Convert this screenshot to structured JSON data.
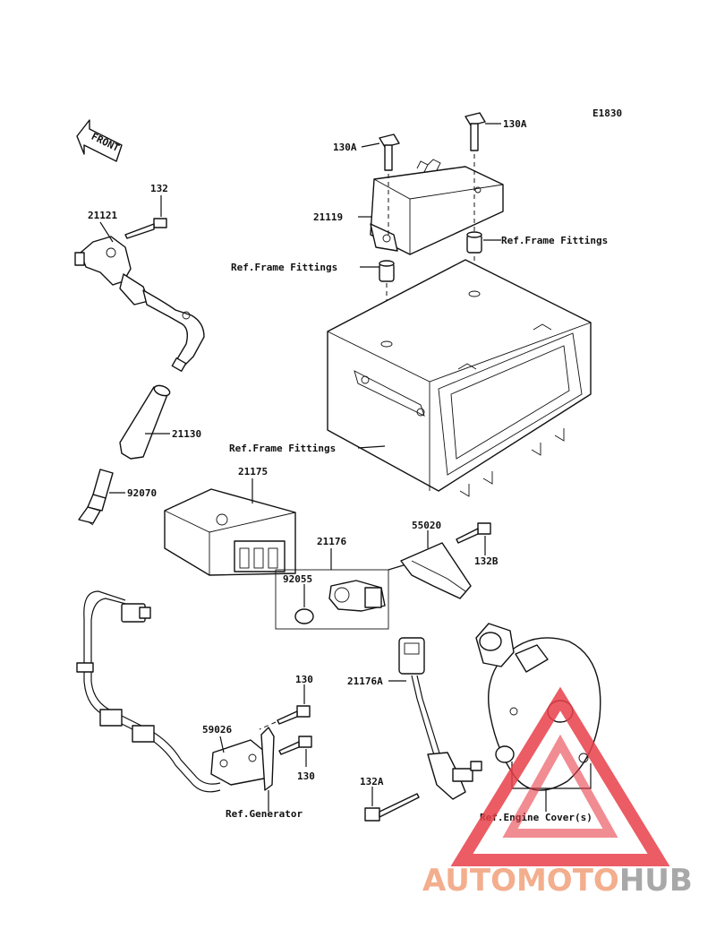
{
  "diagram_code": "E1830",
  "front_arrow_label": "FRONT",
  "labels": {
    "p132": "132",
    "p21121": "21121",
    "p21130": "21130",
    "p92070": "92070",
    "p21175": "21175",
    "p130a_left": "130A",
    "p130a_right": "130A",
    "p21119": "21119",
    "ref_frame_1": "Ref.Frame Fittings",
    "ref_frame_2": "Ref.Frame Fittings",
    "ref_frame_3": "Ref.Frame Fittings",
    "p21176": "21176",
    "p92055": "92055",
    "p55020": "55020",
    "p132b": "132B",
    "p130_top": "130",
    "p59026": "59026",
    "p130_bottom": "130",
    "ref_generator": "Ref.Generator",
    "p21176a": "21176A",
    "p132a": "132A",
    "ref_engine_cover": "Ref.Engine Cover(s)"
  },
  "watermark": {
    "part1": "AUTOMOTO",
    "part2": "HUB",
    "color1": "#f2a07a",
    "color2": "#9a9a9a",
    "triangle_color": "#e8404a"
  }
}
